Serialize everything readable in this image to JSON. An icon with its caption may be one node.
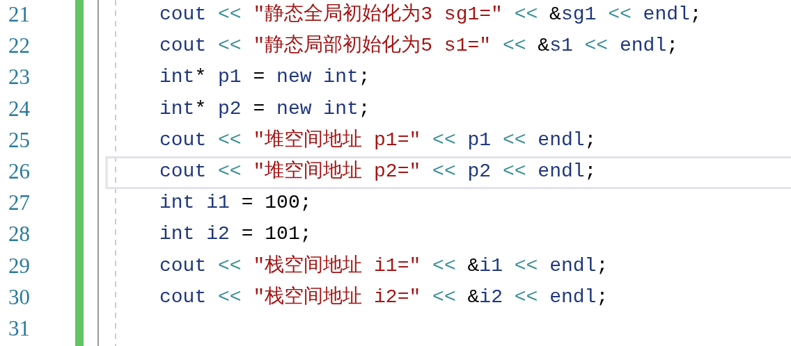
{
  "diagram": {
    "labels": [
      "21",
      "cout << \"静态全局初始化为3 sg1=\" << &sg1 << endl;",
      "22",
      "cout << \"静态局部初始化为5 s1=\" << &s1 << endl;",
      "23",
      "int* p1 = new int;",
      "24",
      "int* p2 = new int;",
      "25",
      "cout << \"堆空间地址 p1=\" << p1 << endl;",
      "26",
      "cout << \"堆空间地址 p2=\" << p2 << endl;",
      "27",
      "int i1 = 100;",
      "28",
      "int i2 = 101;",
      "29",
      "cout << \"栈空间地址 i1=\" << &i1 << endl;",
      "30",
      "cout << \"栈空间地址 i2=\" << &i2 << endl;",
      "31"
    ]
  }
}
